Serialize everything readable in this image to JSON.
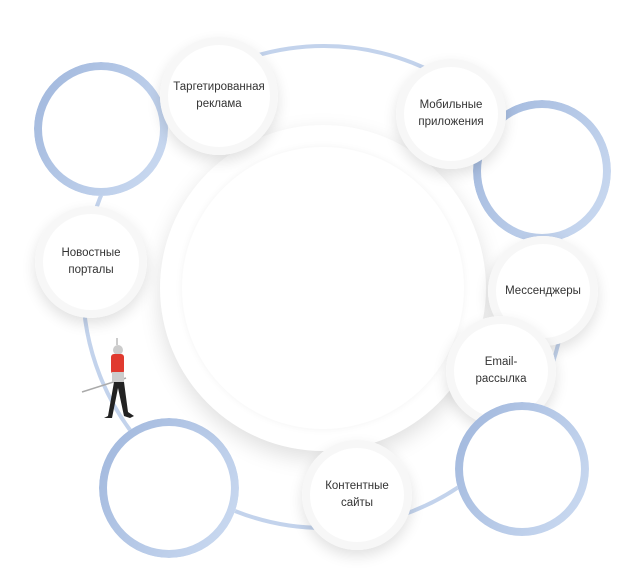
{
  "nodes": {
    "targeted": {
      "line1": "Таргетированная",
      "line2": "реклама"
    },
    "mobile": {
      "line1": "Мобильные",
      "line2": "приложения"
    },
    "news": {
      "line1": "Новостные",
      "line2": "порталы"
    },
    "messengers": {
      "line1": "Мессенджеры"
    },
    "email": {
      "line1": "Email-",
      "line2": "рассылка"
    },
    "content": {
      "line1": "Контентные",
      "line2": "сайты"
    }
  },
  "colors": {
    "ring_start": "#9fb6dc",
    "ring_end": "#cddcf2",
    "orbit": "#c3d3ec"
  }
}
